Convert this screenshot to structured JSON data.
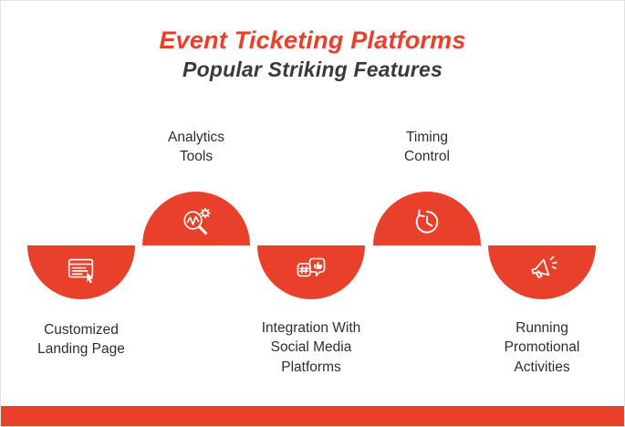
{
  "header": {
    "title": "Event Ticketing Platforms",
    "subtitle": "Popular Striking Features"
  },
  "colors": {
    "accent": "#E8402A",
    "title": "#E8402A",
    "subtitle": "#3A3A3A",
    "label": "#2E2E2E"
  },
  "features": [
    {
      "label": "Customized\nLanding Page",
      "icon": "landing-page-icon",
      "label_position": "below"
    },
    {
      "label": "Analytics\nTools",
      "icon": "analytics-icon",
      "label_position": "above"
    },
    {
      "label": "Integration With\nSocial Media\nPlatforms",
      "icon": "social-media-icon",
      "label_position": "below"
    },
    {
      "label": "Timing\nControl",
      "icon": "timing-icon",
      "label_position": "above"
    },
    {
      "label": "Running\nPromotional\nActivities",
      "icon": "megaphone-icon",
      "label_position": "below"
    }
  ]
}
